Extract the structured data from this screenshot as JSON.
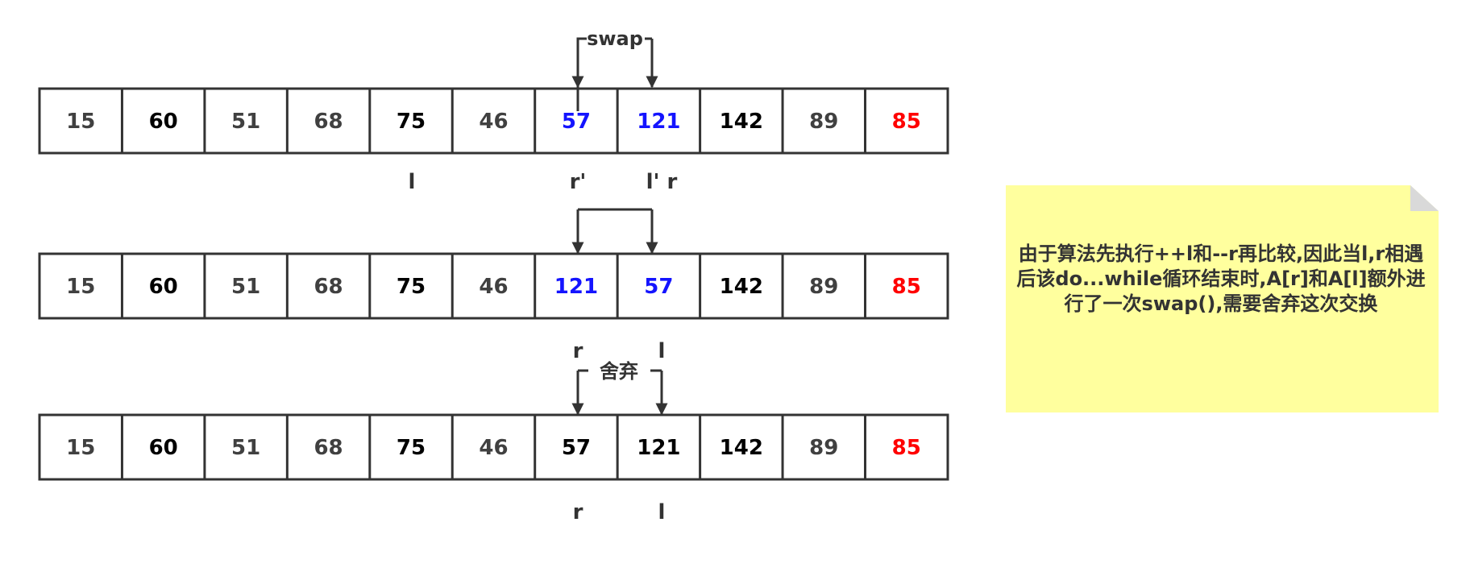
{
  "colors": {
    "default": "#404040",
    "black": "#000000",
    "blue": "#1414ff",
    "red": "#ff0000",
    "note_fill": "#ffff9e",
    "note_fold": "#d9d9d9",
    "stroke": "#333333"
  },
  "rows": [
    {
      "cells": [
        {
          "value": "15",
          "color": "default"
        },
        {
          "value": "60",
          "color": "black"
        },
        {
          "value": "51",
          "color": "default"
        },
        {
          "value": "68",
          "color": "default"
        },
        {
          "value": "75",
          "color": "black"
        },
        {
          "value": "46",
          "color": "default"
        },
        {
          "value": "57",
          "color": "blue"
        },
        {
          "value": "121",
          "color": "blue"
        },
        {
          "value": "142",
          "color": "black"
        },
        {
          "value": "89",
          "color": "default"
        },
        {
          "value": "85",
          "color": "red"
        }
      ],
      "pointers_below": [
        {
          "label": "l",
          "cell": 4
        },
        {
          "label": "r'",
          "cell": 6
        },
        {
          "label": "l' r",
          "cell": 7
        }
      ],
      "pointers_above": [],
      "swap_label": "swap"
    },
    {
      "cells": [
        {
          "value": "15",
          "color": "default"
        },
        {
          "value": "60",
          "color": "black"
        },
        {
          "value": "51",
          "color": "default"
        },
        {
          "value": "68",
          "color": "default"
        },
        {
          "value": "75",
          "color": "black"
        },
        {
          "value": "46",
          "color": "default"
        },
        {
          "value": "121",
          "color": "blue"
        },
        {
          "value": "57",
          "color": "blue"
        },
        {
          "value": "142",
          "color": "black"
        },
        {
          "value": "89",
          "color": "default"
        },
        {
          "value": "85",
          "color": "red"
        }
      ],
      "pointers_below": [],
      "pointers_above": [
        {
          "label": "r",
          "cell": 6
        },
        {
          "label": "l",
          "cell": 7
        }
      ],
      "swap_label": ""
    },
    {
      "cells": [
        {
          "value": "15",
          "color": "default"
        },
        {
          "value": "60",
          "color": "black"
        },
        {
          "value": "51",
          "color": "default"
        },
        {
          "value": "68",
          "color": "default"
        },
        {
          "value": "75",
          "color": "black"
        },
        {
          "value": "46",
          "color": "default"
        },
        {
          "value": "57",
          "color": "black"
        },
        {
          "value": "121",
          "color": "black"
        },
        {
          "value": "142",
          "color": "black"
        },
        {
          "value": "89",
          "color": "default"
        },
        {
          "value": "85",
          "color": "red"
        }
      ],
      "pointers_below": [
        {
          "label": "r",
          "cell": 6
        },
        {
          "label": "l",
          "cell": 7
        }
      ],
      "pointers_above": [],
      "swap_label": "舍弃"
    }
  ],
  "note": {
    "text": "由于算法先执行++l和--r再比较,因此当l,r相遇后该do...while循环结束时,A[r]和A[l]额外进行了一次swap(),需要舍弃这次交换"
  }
}
